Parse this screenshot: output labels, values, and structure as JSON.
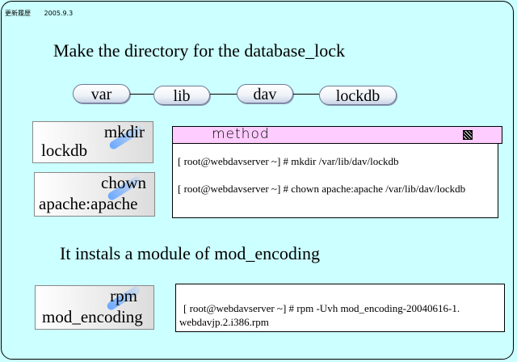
{
  "header": {
    "label": "更新履歴",
    "date": "2005.9.3"
  },
  "section1": {
    "heading": "Make the directory for the database_lock",
    "path_nodes": [
      "var",
      "lib",
      "dav",
      "lockdb"
    ],
    "commands": [
      {
        "command": "mkdir",
        "argument": "lockdb"
      },
      {
        "command": "chown",
        "argument": "apache:apache"
      }
    ],
    "method_panel": {
      "title": "method",
      "lines": [
        "[ root@webdavserver ~] # mkdir /var/lib/dav/lockdb",
        "[ root@webdavserver ~] # chown apache:apache /var/lib/dav/lockdb"
      ]
    }
  },
  "section2": {
    "heading": "It instals a module of mod_encoding",
    "command": {
      "command": "rpm",
      "argument": "mod_encoding"
    },
    "panel_lines": [
      "[ root@webdavserver ~] # rpm -Uvh mod_encoding-20040616-1.",
      "webdavjp.2.i386.rpm"
    ]
  }
}
